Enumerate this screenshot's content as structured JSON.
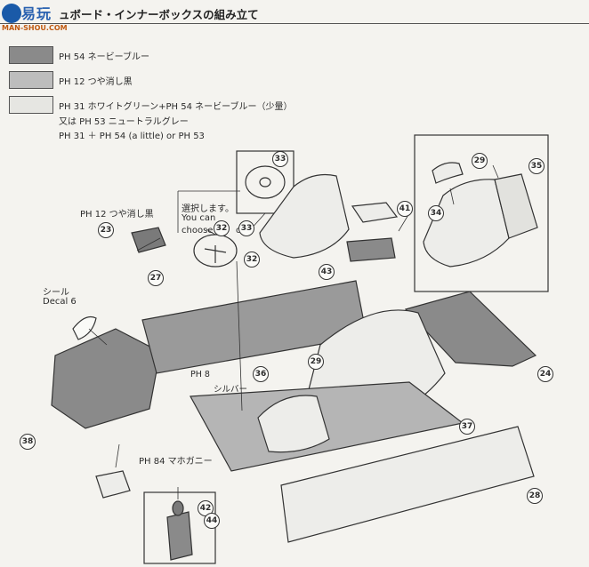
{
  "header": {
    "logo_text": "易玩",
    "logo_url": "MAN-SHOU.COM",
    "title": "ュボード・インナーボックスの組み立て"
  },
  "legend": [
    {
      "code": "PH 54",
      "text": "ネービーブルー",
      "color": "#8a8a8a"
    },
    {
      "code": "PH 12",
      "text": "つや消し黒",
      "color": "#b8b8b8"
    },
    {
      "code": "PH 31",
      "text": "ホワイトグリーン+PH 54 ネービーブルー（少量）",
      "color": "#e6e6e2"
    }
  ],
  "legend_note": {
    "line2": "又は PH 53 ニュートラルグレー",
    "line3": "PH 31 ＋ PH 54 (a little)  or  PH 53"
  },
  "labels": {
    "choose_jp": "選択します。",
    "choose_en1": "You can",
    "choose_en2": "choose",
    "or_word": "or",
    "matte_black": "PH 12 つや消し黒",
    "seal_jp": "シール",
    "decal": "Decal 6",
    "silver_code": "PH 8",
    "silver_jp": "シルバー",
    "mahogany": "PH 84 マホガニー"
  },
  "callouts": {
    "c23": "23",
    "c24": "24",
    "c27": "27",
    "c28": "28",
    "c29a": "29",
    "c29b": "29",
    "c32a": "32",
    "c32b": "32",
    "c33a": "33",
    "c33b": "33",
    "c34": "34",
    "c35": "35",
    "c36": "36",
    "c37": "37",
    "c38": "38",
    "c41": "41",
    "c42": "42",
    "c43": "43",
    "c44": "44"
  }
}
